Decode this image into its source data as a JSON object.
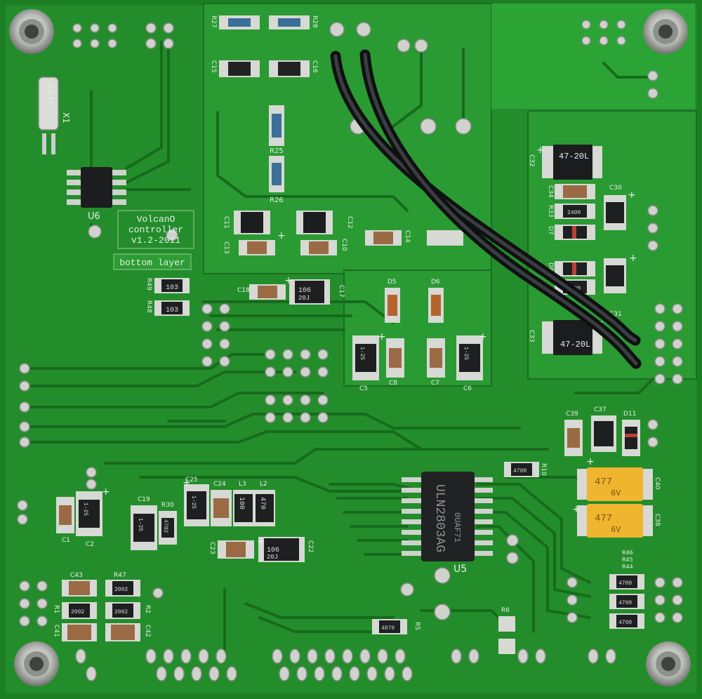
{
  "board": {
    "name_line1": "VolcanO",
    "name_line2": "controller",
    "version": "v1.2-2011",
    "layer": "bottom layer"
  },
  "chips": {
    "u5_label": "U5",
    "u5_part": "ULN2803AG",
    "u5_lot": "0UAF71",
    "u6_label": "U6",
    "crystal_label": "X1",
    "crystal_marking": "3.871"
  },
  "designators": [
    "R27",
    "R28",
    "C15",
    "C16",
    "R25",
    "R26",
    "C11",
    "C12",
    "C13",
    "C10",
    "C14",
    "C32",
    "C34",
    "C30",
    "R33",
    "D7",
    "D8",
    "C31",
    "C33",
    "R49",
    "R48",
    "C18",
    "C17",
    "D5",
    "D6",
    "C5",
    "C8",
    "C7",
    "C6",
    "C39",
    "C37",
    "D11",
    "R10",
    "C40",
    "C38",
    "C25",
    "C24",
    "L3",
    "L2",
    "C19",
    "R30",
    "C1",
    "C2",
    "C23",
    "C22",
    "R46",
    "R45",
    "R44",
    "C43",
    "R47",
    "R1",
    "R2",
    "C41",
    "C42",
    "R5",
    "R6"
  ],
  "part_markings": {
    "tantalum_large": "47-20L",
    "tantalum_electrolytic": "477",
    "tantalum_voltage": "6V",
    "resistor_103": "103",
    "resistor_4700": "4700",
    "resistor_2002": "2002",
    "resistor_4702": "4702",
    "resistor_2400": "2400",
    "cap_106": "106",
    "cap_20J": "20J",
    "inductor_100": "100",
    "inductor_470": "470",
    "cap_125": "1-25",
    "resistor_4870": "4870"
  },
  "colors": {
    "board_green": "#218a2a",
    "trace_green": "#2f9e36",
    "pad_silver": "#c9ccc8",
    "silk_white": "#eef3ec",
    "cable_black": "#1b1d1f",
    "tantalum_orange": "#f0b52e"
  }
}
